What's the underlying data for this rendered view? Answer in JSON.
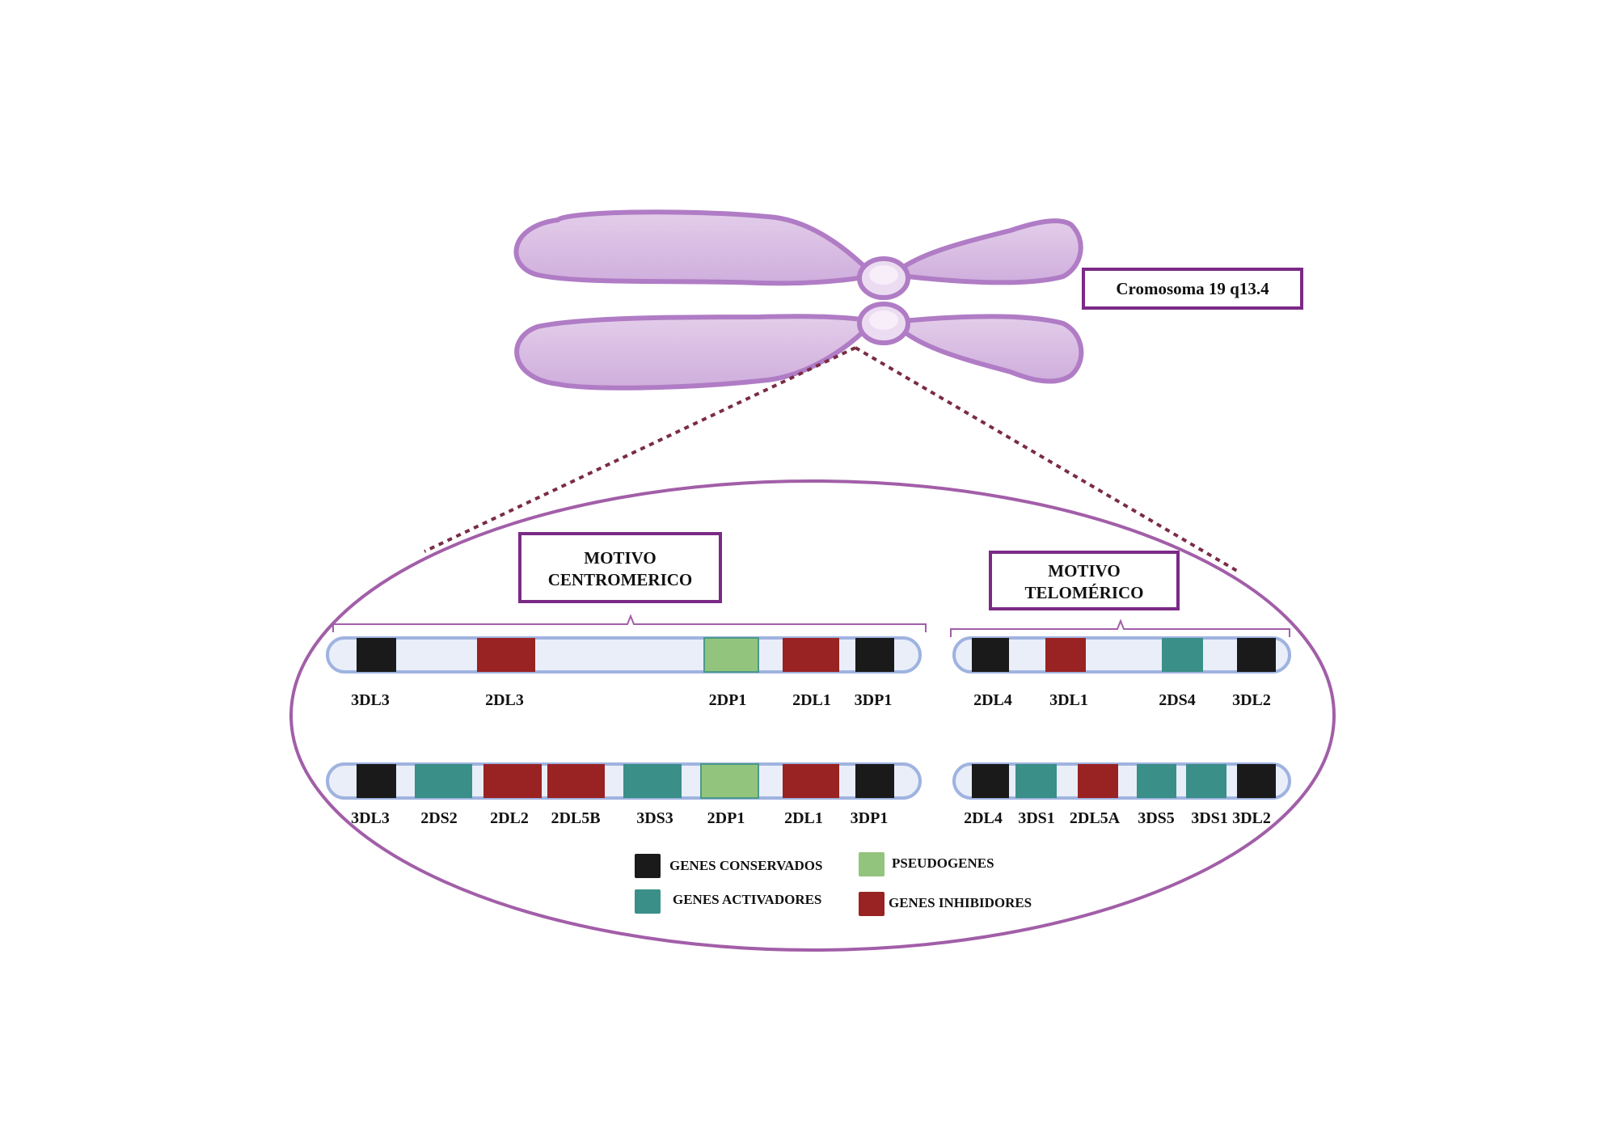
{
  "chromosome_label": "Cromosoma 19 q13.4",
  "motifs": {
    "centromeric": {
      "line1": "MOTIVO",
      "line2": "CENTROMERICO"
    },
    "telomeric": {
      "line1": "MOTIVO",
      "line2": "TELOMÉRICO"
    }
  },
  "colors": {
    "conserved": "#1a1a1a",
    "activating": "#3a8f88",
    "pseudogene": "#93c47d",
    "inhibitory": "#992222",
    "chromosome": "#d9bde2",
    "chromosome_outline": "#b07cc5",
    "frame": "#7b2a86",
    "ellipse": "#a25ea8",
    "strand": "#e9eef9",
    "strand_outline": "#9fb3e0",
    "dotted": "#7a2c45"
  },
  "haplotypes": {
    "centromeric_row1": [
      {
        "name": "3DL3",
        "type": "conserved"
      },
      {
        "name": "2DL3",
        "type": "inhibitory"
      },
      {
        "name": "2DP1",
        "type": "pseudogene"
      },
      {
        "name": "2DL1",
        "type": "inhibitory"
      },
      {
        "name": "3DP1",
        "type": "conserved"
      }
    ],
    "telomeric_row1": [
      {
        "name": "2DL4",
        "type": "conserved"
      },
      {
        "name": "3DL1",
        "type": "inhibitory"
      },
      {
        "name": "2DS4",
        "type": "activating"
      },
      {
        "name": "3DL2",
        "type": "conserved"
      }
    ],
    "centromeric_row2": [
      {
        "name": "3DL3",
        "type": "conserved"
      },
      {
        "name": "2DS2",
        "type": "activating"
      },
      {
        "name": "2DL2",
        "type": "inhibitory"
      },
      {
        "name": "2DL5B",
        "type": "inhibitory"
      },
      {
        "name": "3DS3",
        "type": "activating"
      },
      {
        "name": "2DP1",
        "type": "pseudogene"
      },
      {
        "name": "2DL1",
        "type": "inhibitory"
      },
      {
        "name": "3DP1",
        "type": "conserved"
      }
    ],
    "telomeric_row2": [
      {
        "name": "2DL4",
        "type": "conserved"
      },
      {
        "name": "3DS1",
        "type": "activating"
      },
      {
        "name": "2DL5A",
        "type": "inhibitory"
      },
      {
        "name": "3DS5",
        "type": "activating"
      },
      {
        "name": "3DS1",
        "type": "activating"
      },
      {
        "name": "3DL2",
        "type": "conserved"
      }
    ]
  },
  "legend": [
    {
      "label": "GENES CONSERVADOS",
      "type": "conserved"
    },
    {
      "label": "PSEUDOGENES",
      "type": "pseudogene"
    },
    {
      "label": "GENES ACTIVADORES",
      "type": "activating"
    },
    {
      "label": "GENES INHIBIDORES",
      "type": "inhibitory"
    }
  ]
}
